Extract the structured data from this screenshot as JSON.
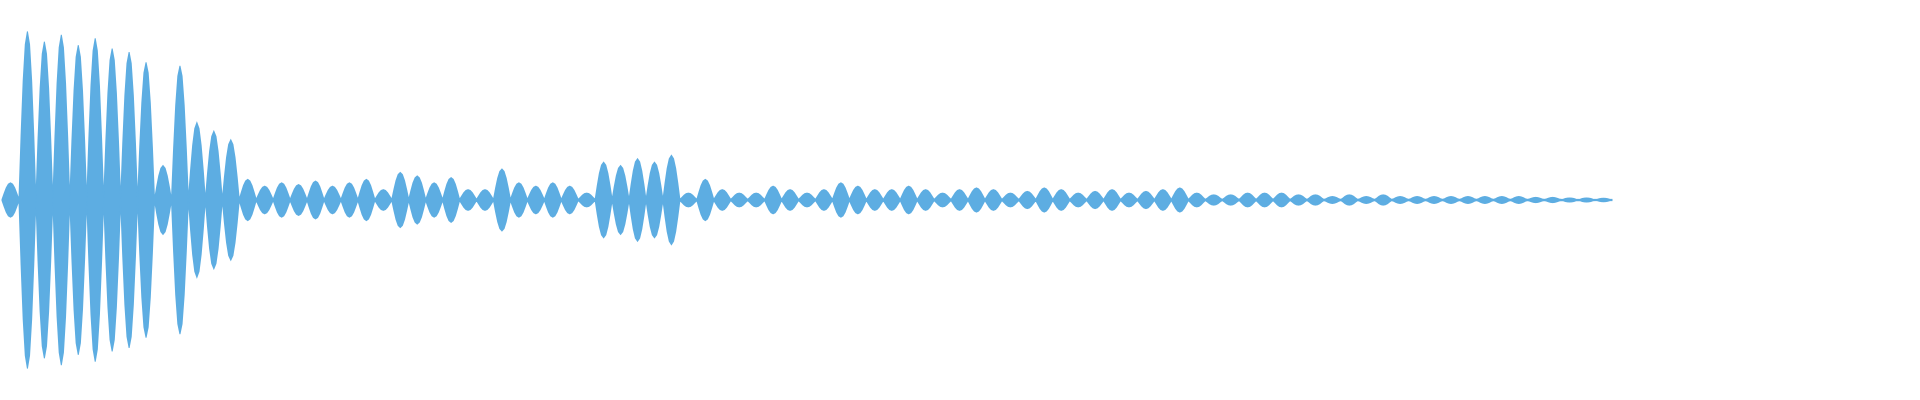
{
  "waveform": {
    "fill_color": "#5DADE2",
    "background_color": "#FFFFFF",
    "envelope_peaks": [
      0.1,
      0.98,
      0.92,
      0.96,
      0.9,
      0.94,
      0.88,
      0.86,
      0.8,
      0.2,
      0.78,
      0.45,
      0.4,
      0.35,
      0.12,
      0.08,
      0.1,
      0.09,
      0.11,
      0.08,
      0.1,
      0.12,
      0.06,
      0.16,
      0.14,
      0.1,
      0.13,
      0.06,
      0.06,
      0.18,
      0.1,
      0.08,
      0.1,
      0.08,
      0.04,
      0.22,
      0.2,
      0.24,
      0.22,
      0.26,
      0.04,
      0.12,
      0.06,
      0.04,
      0.04,
      0.08,
      0.06,
      0.04,
      0.06,
      0.1,
      0.08,
      0.06,
      0.06,
      0.08,
      0.06,
      0.04,
      0.06,
      0.07,
      0.06,
      0.04,
      0.05,
      0.07,
      0.06,
      0.04,
      0.05,
      0.06,
      0.04,
      0.05,
      0.06,
      0.07,
      0.04,
      0.03,
      0.03,
      0.04,
      0.04,
      0.04,
      0.03,
      0.03,
      0.02,
      0.03,
      0.02,
      0.03,
      0.02,
      0.02,
      0.02,
      0.02,
      0.02,
      0.02,
      0.02,
      0.02,
      0.015,
      0.015,
      0.012,
      0.012,
      0.01
    ]
  }
}
